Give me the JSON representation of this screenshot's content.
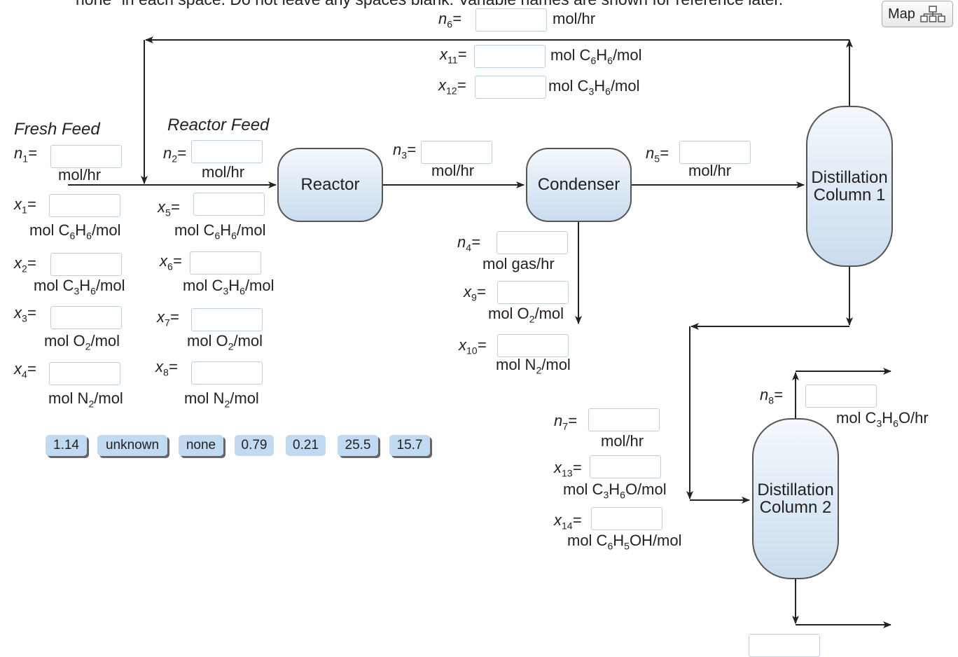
{
  "instruction_fragment": "none\" in each space. Do not leave any spaces blank. Variable names are shown for reference later.",
  "map_button": {
    "label": "Map",
    "icon": "hierarchy-map-icon"
  },
  "sections": {
    "fresh_feed": "Fresh Feed",
    "reactor_feed": "Reactor Feed"
  },
  "units": {
    "reactor": "Reactor",
    "condenser": "Condenser",
    "column1": [
      "Distillation",
      "Column 1"
    ],
    "column2": [
      "Distillation",
      "Column 2"
    ]
  },
  "variables": {
    "n1": {
      "var": "n",
      "sub": "1"
    },
    "n2": {
      "var": "n",
      "sub": "2"
    },
    "n3": {
      "var": "n",
      "sub": "3"
    },
    "n4": {
      "var": "n",
      "sub": "4"
    },
    "n5": {
      "var": "n",
      "sub": "5"
    },
    "n6": {
      "var": "n",
      "sub": "6"
    },
    "n7": {
      "var": "n",
      "sub": "7"
    },
    "n8": {
      "var": "n",
      "sub": "8"
    },
    "x1": {
      "var": "x",
      "sub": "1"
    },
    "x2": {
      "var": "x",
      "sub": "2"
    },
    "x3": {
      "var": "x",
      "sub": "3"
    },
    "x4": {
      "var": "x",
      "sub": "4"
    },
    "x5": {
      "var": "x",
      "sub": "5"
    },
    "x6": {
      "var": "x",
      "sub": "6"
    },
    "x7": {
      "var": "x",
      "sub": "7"
    },
    "x8": {
      "var": "x",
      "sub": "8"
    },
    "x9": {
      "var": "x",
      "sub": "9"
    },
    "x10": {
      "var": "x",
      "sub": "10"
    },
    "x11": {
      "var": "x",
      "sub": "11"
    },
    "x12": {
      "var": "x",
      "sub": "12"
    },
    "x13": {
      "var": "x",
      "sub": "13"
    },
    "x14": {
      "var": "x",
      "sub": "14"
    }
  },
  "unit_labels": {
    "molhr": "mol/hr",
    "molgashr": "mol gas/hr",
    "c6h6": {
      "pre": "mol C",
      "s1": "6",
      "m": "H",
      "s2": "6",
      "post": "/mol"
    },
    "c3h6": {
      "pre": "mol C",
      "s1": "3",
      "m": "H",
      "s2": "6",
      "post": "/mol"
    },
    "o2": {
      "pre": "mol O",
      "s1": "2",
      "post": "/mol"
    },
    "n2": {
      "pre": "mol N",
      "s1": "2",
      "post": "/mol"
    },
    "c3h6o_mol": {
      "pre": "mol C",
      "s1": "3",
      "m": "H",
      "s2": "6",
      "post": "O/mol"
    },
    "c3h6o_hr": {
      "pre": "mol C",
      "s1": "3",
      "m": "H",
      "s2": "6",
      "post": "O/hr"
    },
    "c6h5oh_mol": {
      "pre": "mol C",
      "s1": "6",
      "m": "H",
      "s2": "5",
      "post": "OH/mol"
    }
  },
  "inputs": {
    "n1": "",
    "n2": "",
    "n3": "",
    "n4": "",
    "n5": "",
    "n6": "",
    "n7": "",
    "n8": "",
    "x1": "",
    "x2": "",
    "x3": "",
    "x4": "",
    "x5": "",
    "x6": "",
    "x7": "",
    "x8": "",
    "x9": "",
    "x10": "",
    "x11": "",
    "x12": "",
    "x13": "",
    "x14": ""
  },
  "answer_chips": [
    "1.14",
    "unknown",
    "none",
    "0.79",
    "0.21",
    "25.5",
    "15.7"
  ],
  "colors": {
    "unit_fill_top": "#f4f8fc",
    "unit_fill_bottom": "#c9dcee",
    "chip": "#c2daf1",
    "input_border": "#b9d0e2"
  }
}
